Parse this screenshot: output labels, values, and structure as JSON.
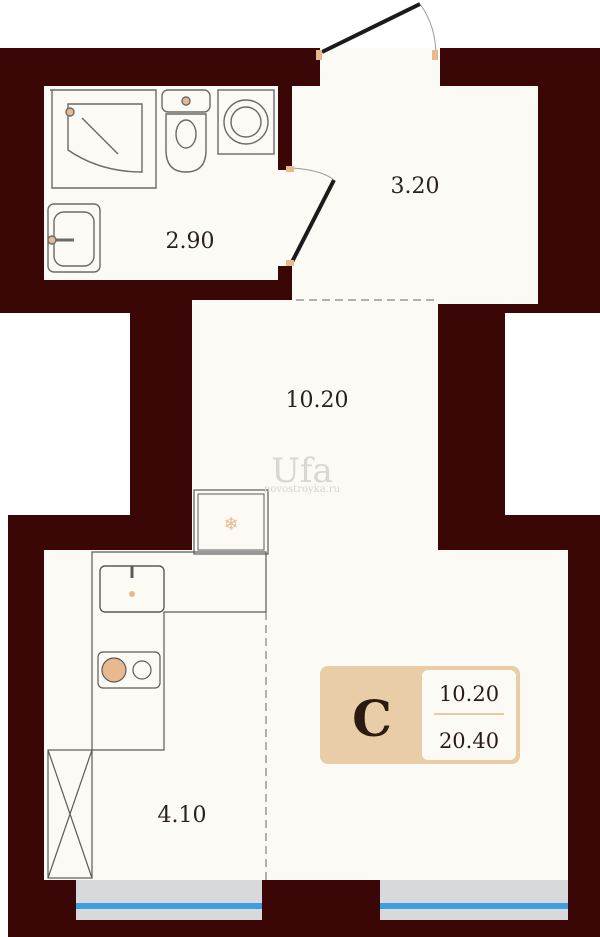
{
  "rooms": {
    "bathroom_area": "2.90",
    "hall_area": "3.20",
    "living_area": "10.20",
    "kitchen_area": "4.10"
  },
  "badge": {
    "letter": "C",
    "living_area": "10.20",
    "total_area": "20.40"
  },
  "watermark": {
    "logo": "Ufa",
    "site": "novostroyka.ru"
  },
  "colors": {
    "wall": "#3a0606",
    "floor": "#fbfaf5",
    "badge_bg": "#e9cda6",
    "accent": "#e8b98f",
    "window_glass": "#3d9fe0",
    "window_frame": "#d7d9dc"
  }
}
